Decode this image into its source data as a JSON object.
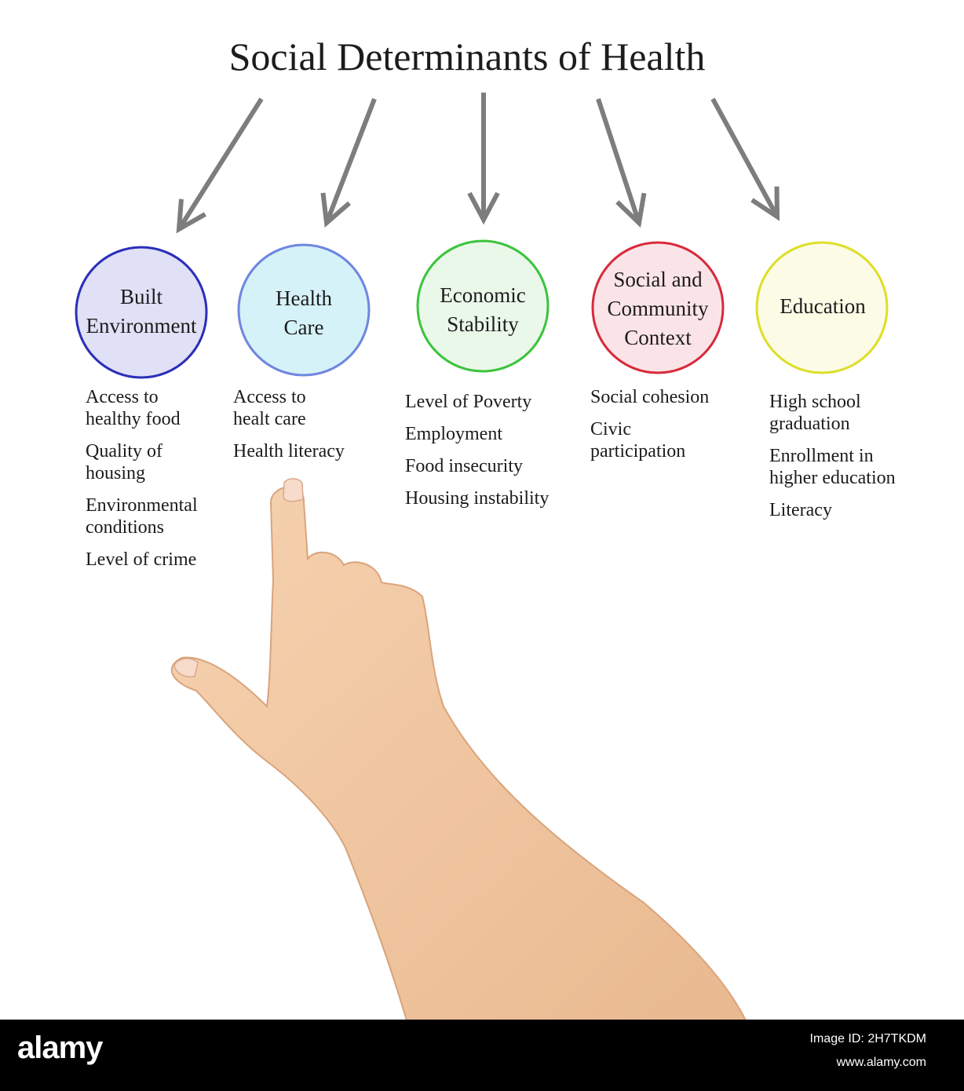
{
  "title": "Social Determinants of Health",
  "categories": [
    {
      "label_lines": [
        "Built",
        "Environment"
      ],
      "color": "#2a2fb8",
      "fill": "#e0e0f6",
      "items": [
        [
          "Access to",
          "healthy food"
        ],
        [
          "Quality of",
          "housing"
        ],
        [
          "Environmental",
          "conditions"
        ],
        [
          "Level of crime"
        ]
      ]
    },
    {
      "label_lines": [
        "Health",
        "Care"
      ],
      "color": "#6f86e0",
      "fill": "#d5f2f8",
      "items": [
        [
          "Access to",
          "healt care"
        ],
        [
          "Health literacy"
        ]
      ]
    },
    {
      "label_lines": [
        "Economic",
        "Stability"
      ],
      "color": "#3cc43c",
      "fill": "#eaf8ea",
      "items": [
        [
          "Level of Poverty"
        ],
        [
          "Employment"
        ],
        [
          "Food insecurity"
        ],
        [
          "Housing instability"
        ]
      ]
    },
    {
      "label_lines": [
        "Social and",
        "Community",
        "Context"
      ],
      "color": "#d82a3c",
      "fill": "#fbe4e8",
      "items": [
        [
          "Social cohesion"
        ],
        [
          "Civic",
          "participation"
        ]
      ]
    },
    {
      "label_lines": [
        "Education"
      ],
      "color": "#dede2a",
      "fill": "#fbfbe6",
      "items": [
        [
          "High school",
          "graduation"
        ],
        [
          "Enrollment in",
          "higher education"
        ],
        [
          "Literacy"
        ]
      ]
    }
  ],
  "arrow_color": "#7d7d7d",
  "skin_color": "#f2c9a4",
  "watermark": {
    "logo": "alamy",
    "image_id": "Image ID: 2H7TKDM",
    "url": "www.alamy.com"
  }
}
